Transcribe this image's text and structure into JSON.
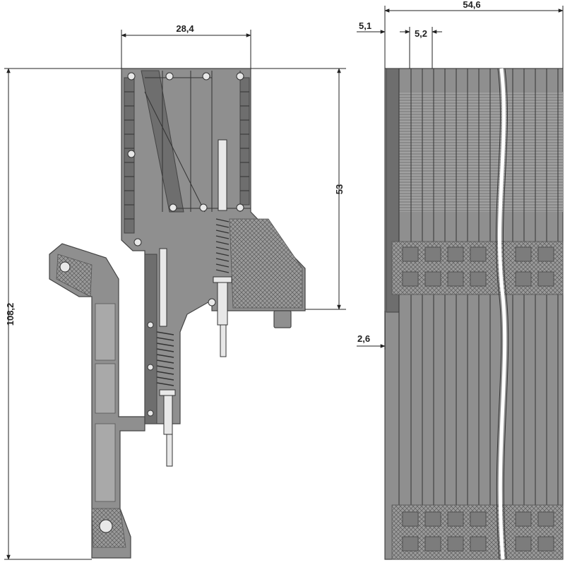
{
  "dimensions": {
    "top_width": "28,4",
    "module_height": "53",
    "total_height": "108,2",
    "overall_width": "54,6",
    "first_offset": "5,1",
    "pitch": "5,2",
    "bottom_offset": "2,6"
  }
}
